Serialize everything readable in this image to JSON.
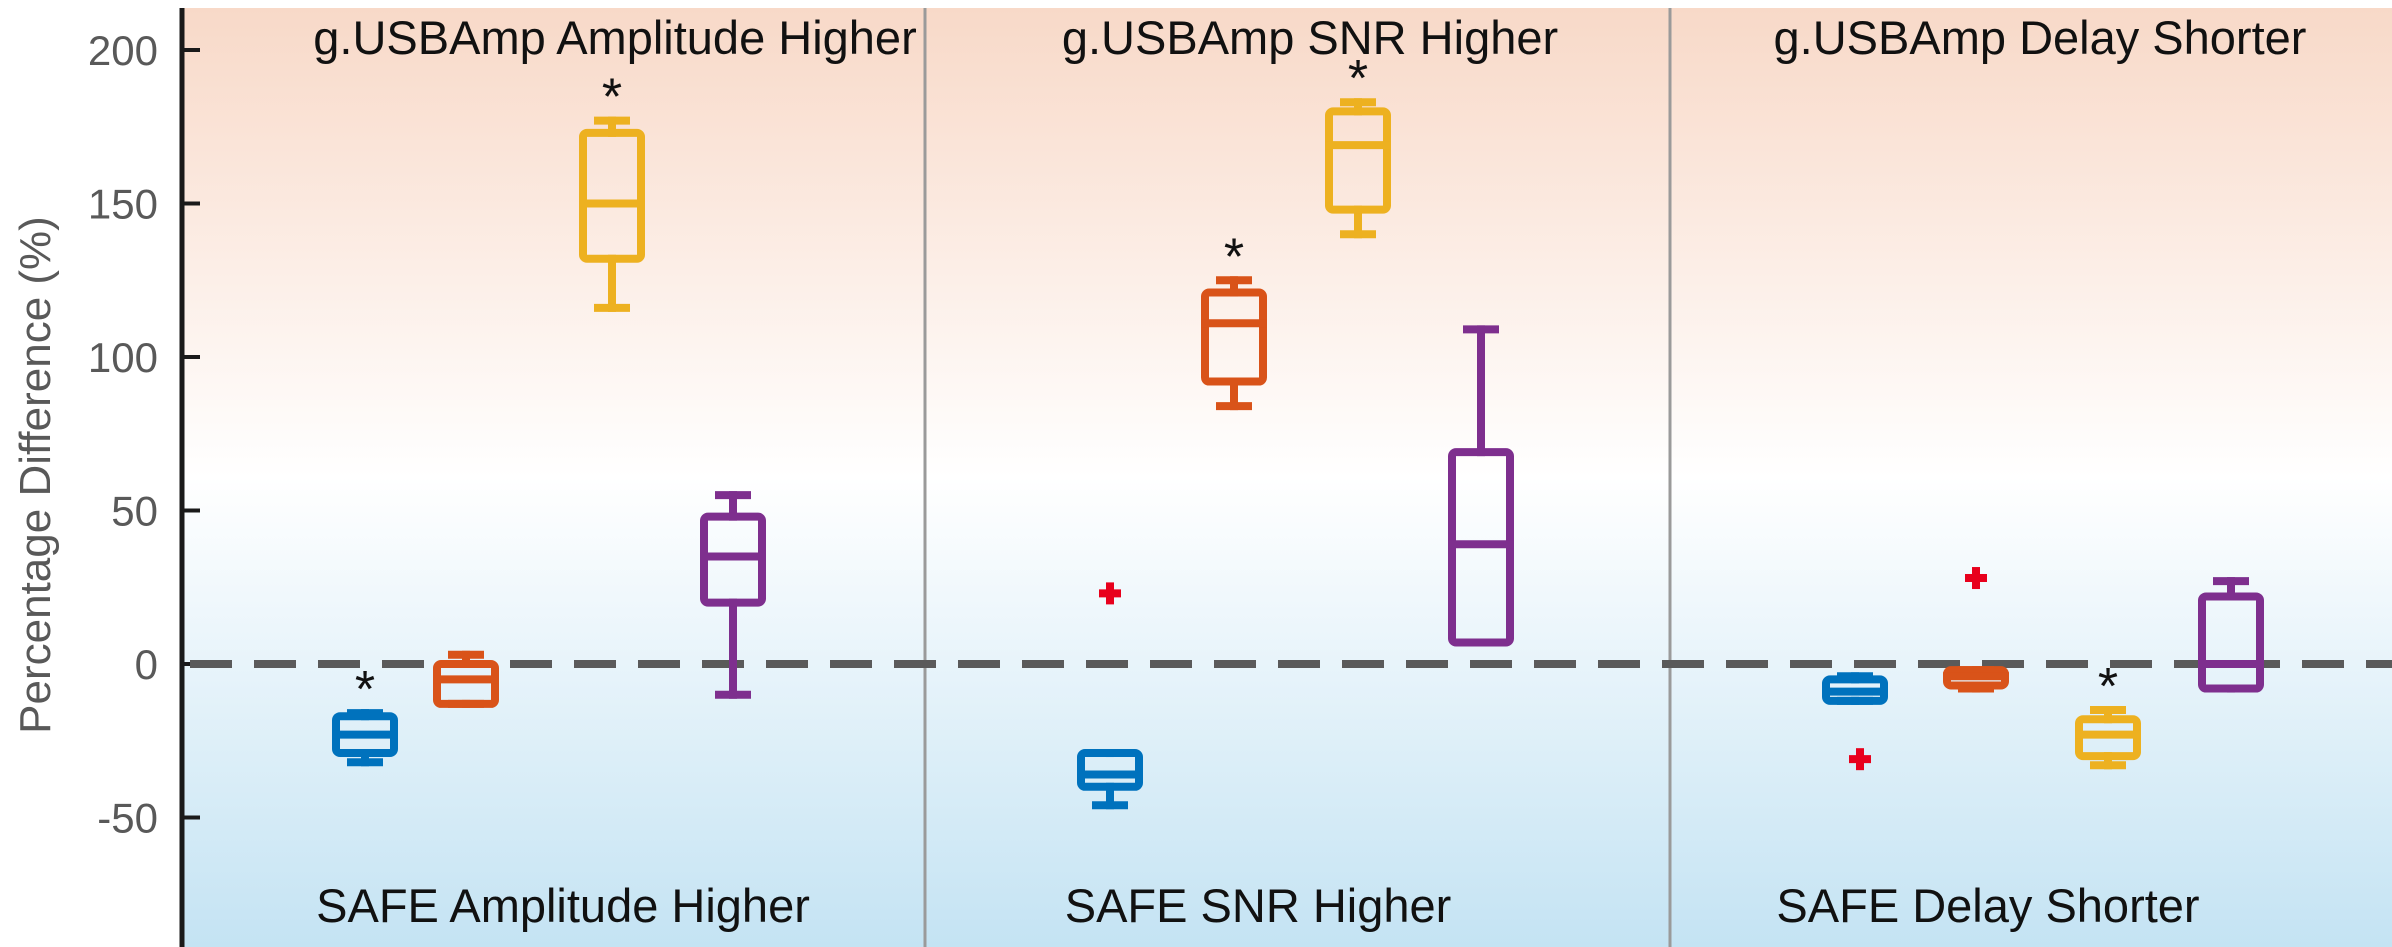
{
  "chart_data": {
    "type": "box",
    "ylabel": "Percentage Difference (%)",
    "ylim": [
      -87,
      215
    ],
    "yticks": [
      -50,
      0,
      50,
      100,
      150,
      200
    ],
    "ytick_labels": [
      "-50",
      "0",
      "50",
      "100",
      "150",
      "200"
    ],
    "reference_line": 0,
    "background": {
      "top_color": "#f8d9c8",
      "bottom_color": "#c4e3f3"
    },
    "panels": [
      {
        "top_label": "g.USBAmp Amplitude Higher",
        "bottom_label": "SAFE Amplitude Higher",
        "boxes": [
          {
            "color": "#0072bd",
            "whisker_low": -32,
            "q1": -29,
            "median": -23,
            "q3": -17,
            "whisker_high": -16,
            "outliers": [],
            "significant": true
          },
          {
            "color": "#d95319",
            "whisker_low": -13,
            "q1": -13,
            "median": -5,
            "q3": 0,
            "whisker_high": 3,
            "outliers": [],
            "significant": false
          },
          {
            "color": "#edb120",
            "whisker_low": 116,
            "q1": 132,
            "median": 150,
            "q3": 173,
            "whisker_high": 177,
            "outliers": [],
            "significant": true
          },
          {
            "color": "#7e2f8e",
            "whisker_low": -10,
            "q1": 20,
            "median": 35,
            "q3": 48,
            "whisker_high": 55,
            "outliers": [],
            "significant": false
          }
        ]
      },
      {
        "top_label": "g.USBAmp SNR Higher",
        "bottom_label": "SAFE SNR Higher",
        "boxes": [
          {
            "color": "#0072bd",
            "whisker_low": -46,
            "q1": -40,
            "median": -36,
            "q3": -29,
            "whisker_high": -29,
            "outliers": [
              23
            ],
            "significant": false
          },
          {
            "color": "#d95319",
            "whisker_low": 84,
            "q1": 92,
            "median": 111,
            "q3": 121,
            "whisker_high": 125,
            "outliers": [],
            "significant": true
          },
          {
            "color": "#edb120",
            "whisker_low": 140,
            "q1": 148,
            "median": 169,
            "q3": 180,
            "whisker_high": 183,
            "outliers": [],
            "significant": true
          },
          {
            "color": "#7e2f8e",
            "whisker_low": 7,
            "q1": 7,
            "median": 39,
            "q3": 69,
            "whisker_high": 109,
            "outliers": [],
            "significant": false
          }
        ]
      },
      {
        "top_label": "g.USBAmp Delay Shorter",
        "bottom_label": "SAFE Delay Shorter",
        "boxes": [
          {
            "color": "#0072bd",
            "whisker_low": -12,
            "q1": -12,
            "median": -9,
            "q3": -5,
            "whisker_high": -4,
            "outliers": [
              -31
            ],
            "significant": false
          },
          {
            "color": "#d95319",
            "whisker_low": -8,
            "q1": -7,
            "median": -4,
            "q3": -2,
            "whisker_high": -2,
            "outliers": [
              28
            ],
            "significant": false
          },
          {
            "color": "#edb120",
            "whisker_low": -33,
            "q1": -30,
            "median": -23,
            "q3": -18,
            "whisker_high": -15,
            "outliers": [],
            "significant": true
          },
          {
            "color": "#7e2f8e",
            "whisker_low": -8,
            "q1": -8,
            "median": 0,
            "q3": 22,
            "whisker_high": 27,
            "outliers": [],
            "significant": false
          }
        ]
      }
    ],
    "significance_marker": "*",
    "outlier_marker": "+",
    "outlier_color": "#e8001c"
  }
}
